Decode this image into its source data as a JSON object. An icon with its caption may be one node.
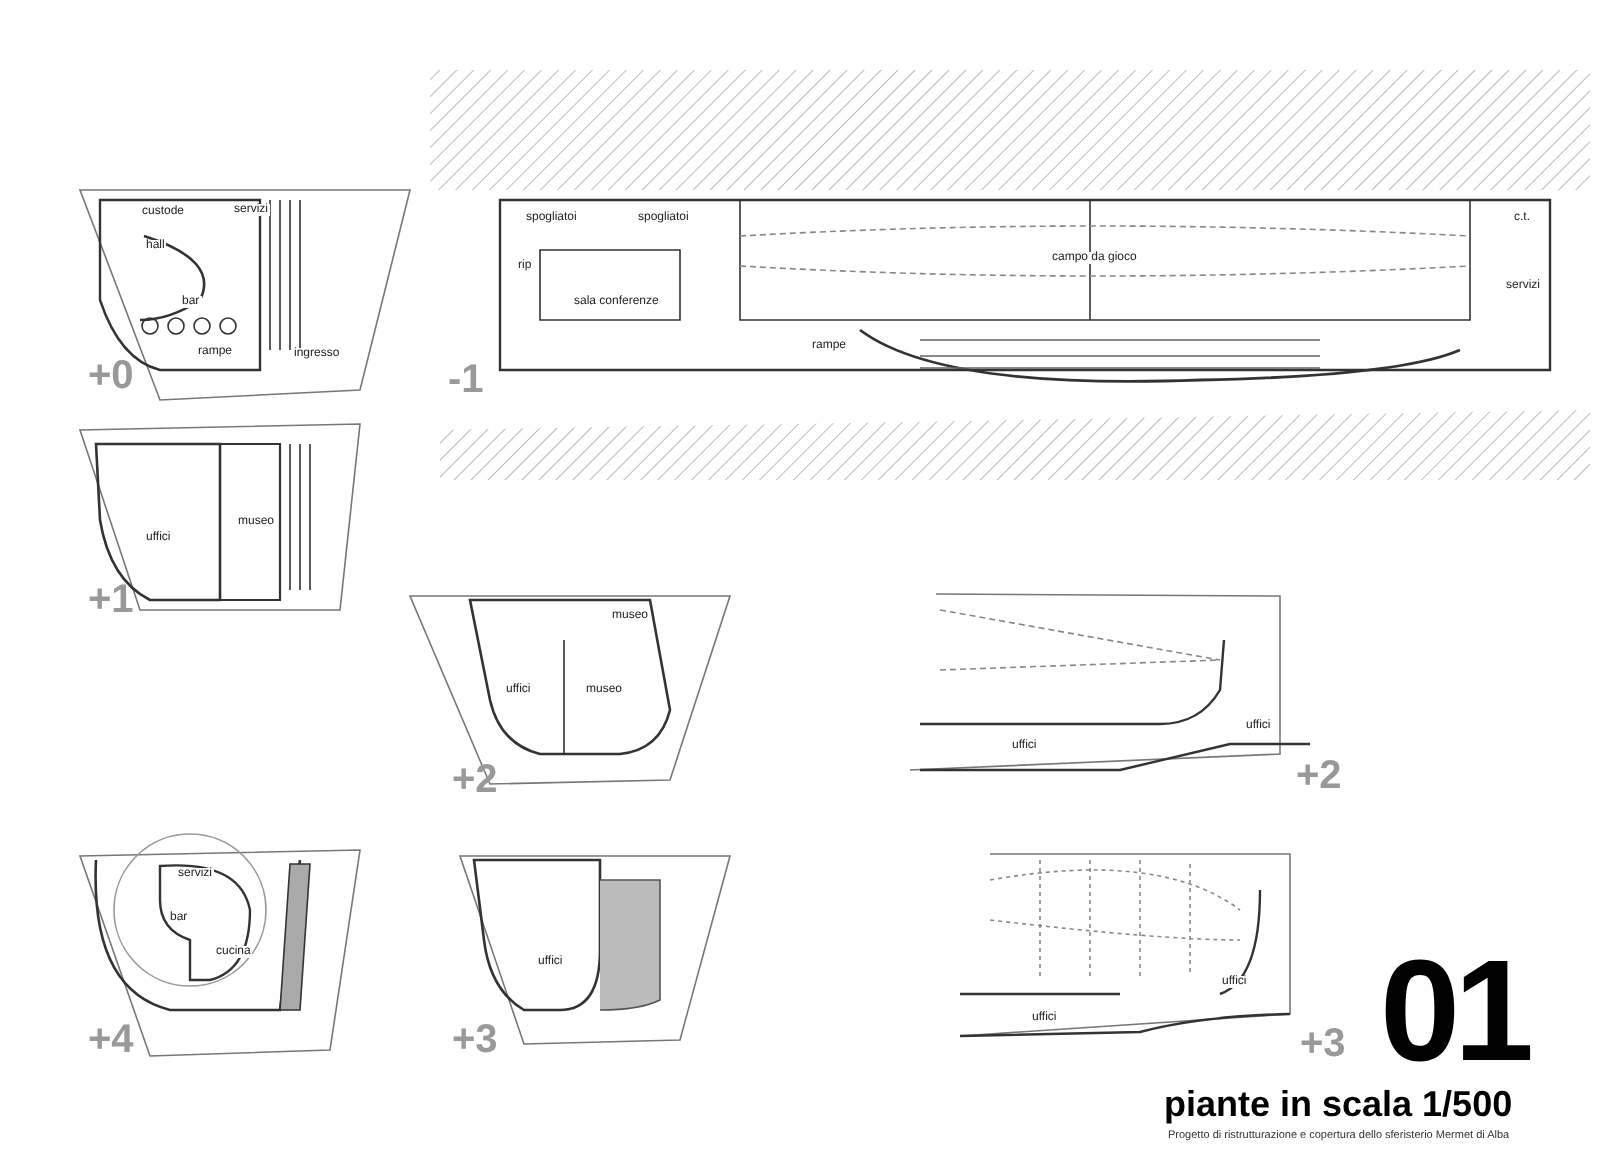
{
  "diagram": {
    "labels": [
      "custode",
      "servizi",
      "hall",
      "bar",
      "rampe",
      "ingresso",
      "+0",
      "spogliatoi",
      "spogliatoi",
      "c.t.",
      "rip",
      "campo da gioco",
      "sala conferenze",
      "servizi",
      "rampe",
      "-1",
      "uffici",
      "museo",
      "+1",
      "museo",
      "uffici",
      "museo",
      "+2",
      "uffici",
      "uffici",
      "+2",
      "servizi",
      "bar",
      "cucina",
      "+4",
      "uffici",
      "+3",
      "uffici",
      "uffici",
      "+3",
      "01",
      "piante in scala 1/500",
      "Progetto di ristrutturazione e copertura dello sferisterio Mermet di Alba"
    ]
  }
}
